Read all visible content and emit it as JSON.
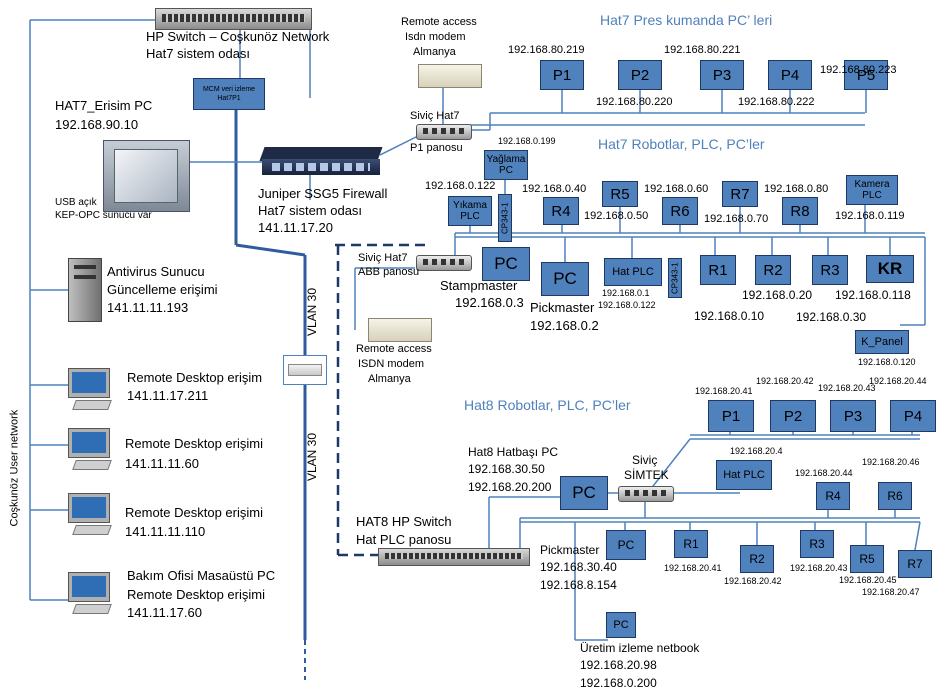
{
  "left_panel": {
    "hp_switch": "HP Switch – Coşkunöz Network",
    "hp_switch_room": "Hat7 sistem odası",
    "mcm_box": "MCM veri izleme Hat7P1",
    "erisim_pc_title": "HAT7_Erisim PC",
    "erisim_pc_ip": "192.168.90.10",
    "usb_note_1": "USB açık",
    "usb_note_2": "KEP-OPC sunucu var",
    "antivirus_1": "Antivirus Sunucu",
    "antivirus_2": "Güncelleme erişimi",
    "antivirus_ip": "141.11.11.193",
    "rd1_label": "Remote Desktop erişim",
    "rd1_ip": "141.11.17.211",
    "rd2_label": "Remote Desktop erişimi",
    "rd2_ip": "141.11.11.60",
    "rd3_label": "Remote Desktop erişimi",
    "rd3_ip": "141.11.11.110",
    "bakim_1": "Bakım Ofisi Masaüstü PC",
    "bakim_2": "Remote Desktop erişimi",
    "bakim_ip": "141.11.17.60",
    "user_network": "Coşkunöz User network",
    "vlan_top": "VLAN 30",
    "vlan_bottom": "VLAN 30"
  },
  "firewall": {
    "name": "Juniper SSG5 Firewall",
    "room": "Hat7 sistem odası",
    "ip": "141.11.17.20"
  },
  "remote_top": {
    "l1": "Remote access",
    "l2": "Isdn modem",
    "l3": "Almanya"
  },
  "remote_mid": {
    "l1": "Remote access",
    "l2": "ISDN modem",
    "l3": "Almanya"
  },
  "p1_panosu": {
    "l1": "Siviç Hat7",
    "l2": "P1 panosu"
  },
  "abb_panosu": {
    "l1": "Siviç Hat7",
    "l2": "ABB panosu"
  },
  "hat7_pres": {
    "title": "Hat7 Pres kumanda PC’ leri",
    "boxes": [
      "P1",
      "P2",
      "P3",
      "P4",
      "P5"
    ],
    "ips": [
      "192.168.80.219",
      "192.168.80.220",
      "192.168.80.221",
      "192.168.80.222",
      "192.168.80.223"
    ]
  },
  "hat7_rob": {
    "title": "Hat7 Robotlar, PLC, PC’ler",
    "yaglama": "Yağlama PC",
    "yaglama_ip": "192.168.0.199",
    "yikama": "Yıkama PLC",
    "yikama_ip": "192.168.0.122",
    "cp": "CP343-1",
    "r4": "R4",
    "r4_ip": "192.168.0.40",
    "r5": "R5",
    "r5_ip": "192.168.0.50",
    "r6": "R6",
    "r6_ip": "192.168.0.60",
    "r7": "R7",
    "r7_ip": "192.168.0.70",
    "r8": "R8",
    "r8_ip": "192.168.0.80",
    "kamera": "Kamera PLC",
    "kamera_ip": "192.168.0.119",
    "stamp_pc": "PC",
    "stamp_label": "Stampmaster",
    "stamp_ip": "192.168.0.3",
    "pick_pc": "PC",
    "pick_label": "Pickmaster",
    "pick_ip": "192.168.0.2",
    "hat_plc": "Hat PLC",
    "hat_plc_ip1": "192.168.0.1",
    "hat_plc_ip2": "192.168.0.122",
    "cp2": "CP343-1",
    "r1": "R1",
    "r1_ip": "192.168.0.10",
    "r2": "R2",
    "r2_ip": "192.168.0.20",
    "r3": "R3",
    "r3_ip": "192.168.0.30",
    "kr": "KR",
    "kr_ip": "192.168.0.118",
    "kpanel": "K_Panel",
    "kpanel_ip": "192.168.0.120"
  },
  "hat8": {
    "title": "Hat8 Robotlar, PLC, PC’ler",
    "p_boxes": [
      "P1",
      "P2",
      "P3",
      "P4"
    ],
    "p_ips": [
      "192.168.20.41",
      "192.168.20.42",
      "192.168.20.43",
      "192.168.20.44"
    ],
    "p_bus_ip": "192.168.20.4",
    "hatbasi_1": "Hat8 Hatbaşı PC",
    "hatbasi_ip1": "192.168.30.50",
    "hatbasi_ip2": "192.168.20.200",
    "hatbasi_pc": "PC",
    "simtek_1": "Siviç",
    "simtek_2": "SİMTEK",
    "hat_plc": "Hat PLC",
    "r4": "R4",
    "r4_ip": "192.168.20.44",
    "r6": "R6",
    "r6_ip": "192.168.20.46",
    "switch_1": "HAT8 HP Switch",
    "switch_2": "Hat PLC panosu",
    "pick_pc": "PC",
    "pick_label": "Pickmaster",
    "pick_ip1": "192.168.30.40",
    "pick_ip2": "192.168.8.154",
    "r1": "R1",
    "r1_ip": "192.168.20.41",
    "r2": "R2",
    "r2_ip": "192.168.20.42",
    "r3": "R3",
    "r3_ip": "192.168.20.43",
    "r5": "R5",
    "r5_ip": "192.168.20.45",
    "r7": "R7",
    "r7_ip": "192.168.20.47",
    "uretim_pc": "PC",
    "uretim_label": "Üretim izleme netbook",
    "uretim_ip1": "192.168.20.98",
    "uretim_ip2": "192.168.0.200"
  },
  "colors": {
    "box_fill": "#4f81bd",
    "section_title": "#4f81bd",
    "line": "#4f81bd",
    "dashed": "#1f3864"
  }
}
